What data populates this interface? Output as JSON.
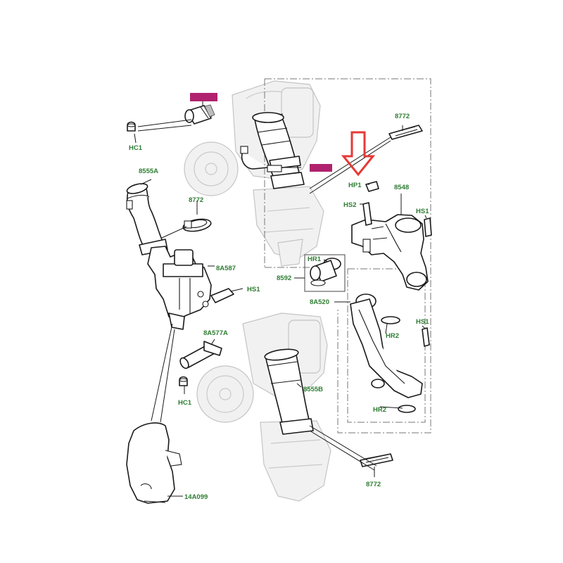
{
  "labels": {
    "hc1_top": "HC1",
    "hc1_bottom": "HC1",
    "p8555a": "8555A",
    "p8555b": "8555B",
    "p8772_top": "8772",
    "p8772_mid": "8772",
    "p8772_bottom": "8772",
    "p8a587": "8A587",
    "hs1_left": "HS1",
    "hs1_right_top": "HS1",
    "hs1_right_bottom": "HS1",
    "p8a577a": "8A577A",
    "p14a099": "14A099",
    "hp1": "HP1",
    "hs2": "HS2",
    "p8548": "8548",
    "hr1": "HR1",
    "p8592": "8592",
    "p8a520": "8A520",
    "hr2_top": "HR2",
    "hr2_bottom": "HR2"
  },
  "colors": {
    "label_green": "#2e7d32",
    "highlight_magenta": "#b0226e",
    "arrow_red": "#e53935",
    "line_dark": "#1a1a1a",
    "ghost_grey": "#c9c9c9"
  },
  "indicators": {
    "arrow": "down-arrow-icon",
    "highlights": [
      "redacted-label-highlight",
      "redacted-label-highlight"
    ]
  }
}
